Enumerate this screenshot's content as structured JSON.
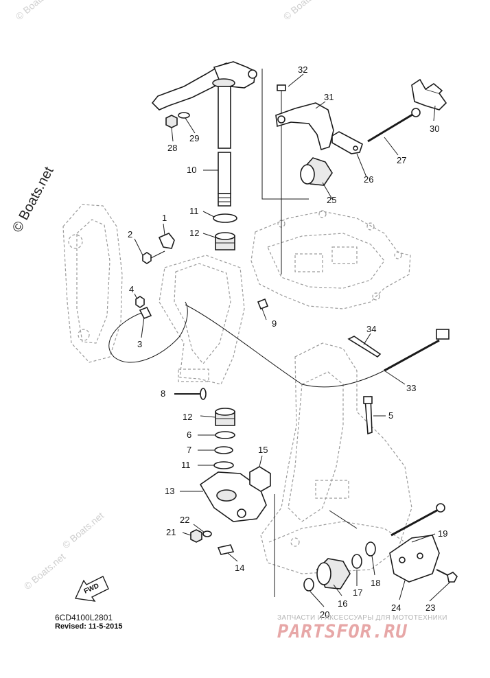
{
  "watermarks": {
    "side": "© Boats.net",
    "faint": "© Boats.net"
  },
  "callouts": [
    {
      "id": "1",
      "text": "1"
    },
    {
      "id": "2",
      "text": "2"
    },
    {
      "id": "3",
      "text": "3"
    },
    {
      "id": "4",
      "text": "4"
    },
    {
      "id": "5",
      "text": "5"
    },
    {
      "id": "6",
      "text": "6"
    },
    {
      "id": "7",
      "text": "7"
    },
    {
      "id": "8",
      "text": "8"
    },
    {
      "id": "9",
      "text": "9"
    },
    {
      "id": "10",
      "text": "10"
    },
    {
      "id": "11a",
      "text": "11"
    },
    {
      "id": "11b",
      "text": "11"
    },
    {
      "id": "12a",
      "text": "12"
    },
    {
      "id": "12b",
      "text": "12"
    },
    {
      "id": "13",
      "text": "13"
    },
    {
      "id": "14",
      "text": "14"
    },
    {
      "id": "15",
      "text": "15"
    },
    {
      "id": "16",
      "text": "16"
    },
    {
      "id": "17",
      "text": "17"
    },
    {
      "id": "18",
      "text": "18"
    },
    {
      "id": "19",
      "text": "19"
    },
    {
      "id": "20",
      "text": "20"
    },
    {
      "id": "21",
      "text": "21"
    },
    {
      "id": "22",
      "text": "22"
    },
    {
      "id": "23",
      "text": "23"
    },
    {
      "id": "24",
      "text": "24"
    },
    {
      "id": "25",
      "text": "25"
    },
    {
      "id": "26",
      "text": "26"
    },
    {
      "id": "27",
      "text": "27"
    },
    {
      "id": "28",
      "text": "28"
    },
    {
      "id": "29",
      "text": "29"
    },
    {
      "id": "30",
      "text": "30"
    },
    {
      "id": "31",
      "text": "31"
    },
    {
      "id": "32",
      "text": "32"
    },
    {
      "id": "33",
      "text": "33"
    },
    {
      "id": "34",
      "text": "34"
    }
  ],
  "fwd_label": "FWD",
  "diagram_code": "6CD4100L2801",
  "revised_label": "Revised:",
  "revised_date": "11-5-2015",
  "brand_tagline": "ЗАПЧАСТИ И АКСЕССУАРЫ ДЛЯ МОТОТЕХНИКИ",
  "brand_logo": "PARTSFOR.RU",
  "colors": {
    "line": "#1a1a1a",
    "ghost": "#9a9a9a",
    "brand": "#e7a7a7"
  }
}
